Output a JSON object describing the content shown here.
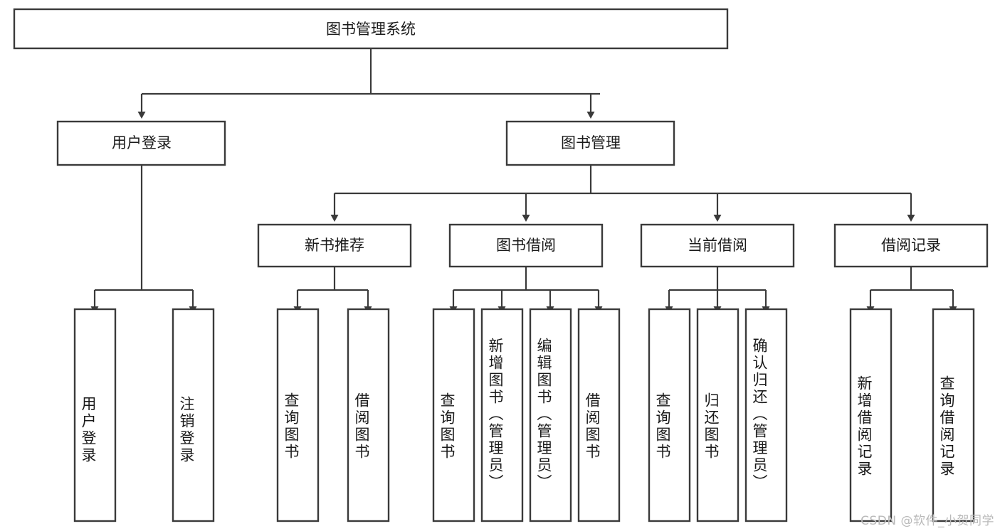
{
  "diagram": {
    "title": "图书管理系统",
    "type": "tree-hierarchy",
    "watermark": "CSDN @软件_小贺同学",
    "colors": {
      "stroke": "#3a3a3a",
      "fill": "#ffffff",
      "text": "#1a1a1a",
      "watermark": "#b9b9b9"
    },
    "root": {
      "label": "图书管理系统"
    },
    "level2": [
      {
        "label": "用户登录"
      },
      {
        "label": "图书管理"
      }
    ],
    "level3": [
      {
        "label": "新书推荐"
      },
      {
        "label": "图书借阅"
      },
      {
        "label": "当前借阅"
      },
      {
        "label": "借阅记录"
      }
    ],
    "leaves": {
      "user_login": [
        {
          "label": "用户登录"
        },
        {
          "label": "注销登录"
        }
      ],
      "new_book": [
        {
          "label": "查询图书"
        },
        {
          "label": "借阅图书"
        }
      ],
      "borrow_book": [
        {
          "label": "查询图书"
        },
        {
          "label": "新增图书（管理员）"
        },
        {
          "label": "编辑图书（管理员）"
        },
        {
          "label": "借阅图书"
        }
      ],
      "current_borrow": [
        {
          "label": "查询图书"
        },
        {
          "label": "归还图书"
        },
        {
          "label": "确认归还（管理员）"
        }
      ],
      "borrow_record": [
        {
          "label": "新增借阅记录"
        },
        {
          "label": "查询借阅记录"
        }
      ]
    }
  }
}
